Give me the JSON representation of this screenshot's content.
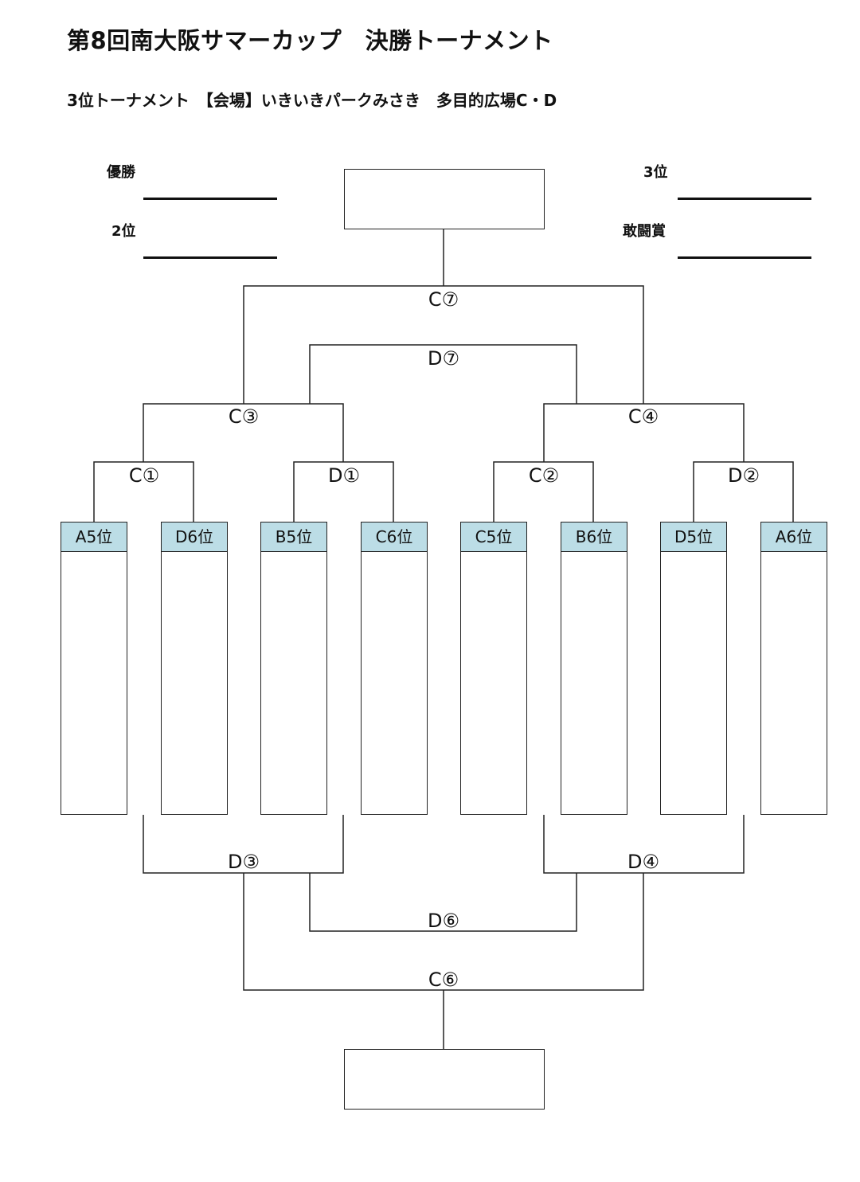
{
  "header": {
    "title": "第8回南大阪サマーカップ　決勝トーナメント",
    "subtitle": "3位トーナメント　【会場】いきいきパークみさき　多目的広場C・D"
  },
  "awards": {
    "winner": "優勝",
    "second": "2位",
    "third": "3位",
    "fighting_spirit": "敢闘賞"
  },
  "matches": {
    "c1": "C①",
    "d1": "D①",
    "c2": "C②",
    "d2": "D②",
    "c3": "C③",
    "c4": "C④",
    "d7": "D⑦",
    "c7": "C⑦",
    "d3": "D③",
    "d4": "D④",
    "d6": "D⑥",
    "c6": "C⑥"
  },
  "teams": [
    "A5位",
    "D6位",
    "B5位",
    "C6位",
    "C5位",
    "B6位",
    "D5位",
    "A6位"
  ]
}
